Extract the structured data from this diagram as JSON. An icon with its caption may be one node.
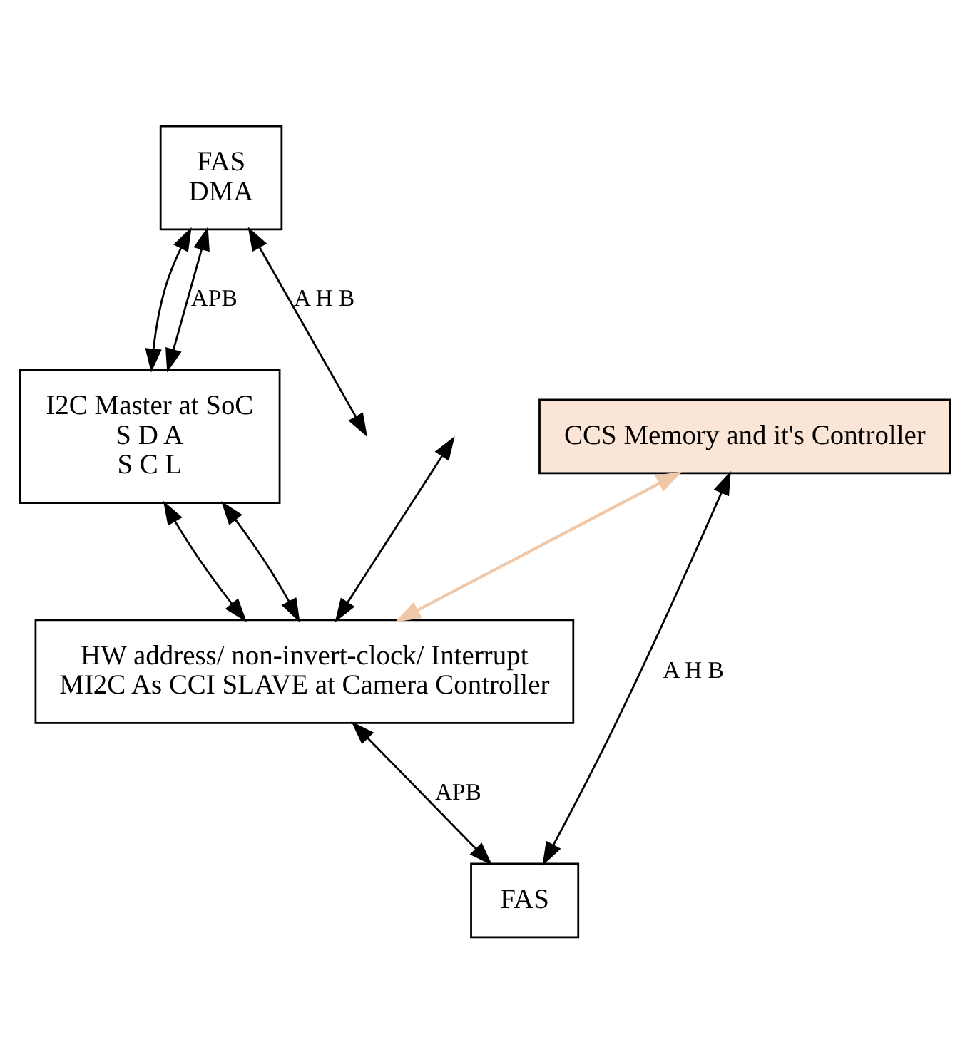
{
  "diagram": {
    "nodes": [
      {
        "text": [
          "FAS",
          "DMA"
        ]
      },
      {
        "text": [
          "I2C Master at SoC",
          "S D A",
          "S C L"
        ]
      },
      {
        "text": [
          "CCS Memory and it's Controller"
        ]
      },
      {
        "text": [
          "HW address/ non-invert-clock/ Interrupt",
          "MI2C As CCI SLAVE at Camera Controller"
        ]
      },
      {
        "text": [
          "FAS"
        ]
      }
    ],
    "edges": [
      {
        "from": 0,
        "to": 1,
        "arrow": "both",
        "label": "APB"
      },
      {
        "from": 0,
        "to": 1,
        "arrow": "both"
      },
      {
        "from": 0,
        "to": null,
        "arrow": "both",
        "label": "A H B"
      },
      {
        "from": null,
        "to": 3,
        "arrow": "both"
      },
      {
        "from": 1,
        "to": 3,
        "arrow": "both"
      },
      {
        "from": 1,
        "to": 3,
        "arrow": "both"
      },
      {
        "from": 2,
        "to": 3,
        "arrow": "both",
        "color": "#f0c8a8"
      },
      {
        "from": 2,
        "to": 4,
        "arrow": "both",
        "label": "A H B"
      },
      {
        "from": 3,
        "to": 4,
        "arrow": "both",
        "label": "APB"
      }
    ]
  }
}
